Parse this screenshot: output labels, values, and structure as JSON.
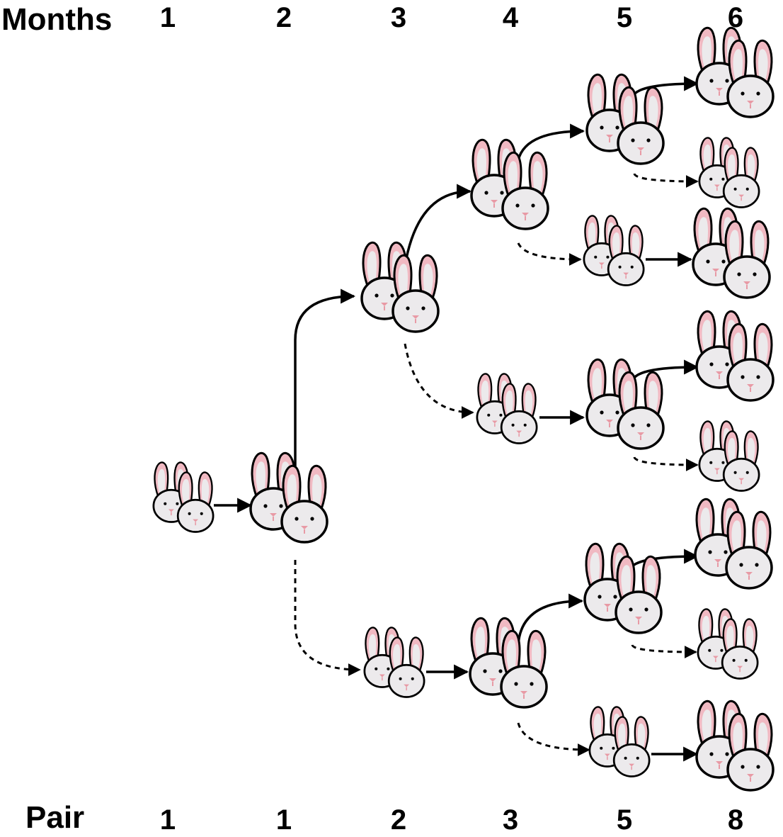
{
  "months_label": "Months",
  "pair_label": "Pair",
  "months": [
    "1",
    "2",
    "3",
    "4",
    "5",
    "6"
  ],
  "pair_counts": [
    "1",
    "1",
    "2",
    "3",
    "5",
    "8"
  ],
  "colors": {
    "ear_inner": "#f0b9c2",
    "face": "#eceaec",
    "nose": "#e89aa5",
    "outline": "#000000"
  },
  "icons": {
    "adult_pair": "rabbit-pair-adult-icon",
    "young_pair": "rabbit-pair-young-icon"
  }
}
